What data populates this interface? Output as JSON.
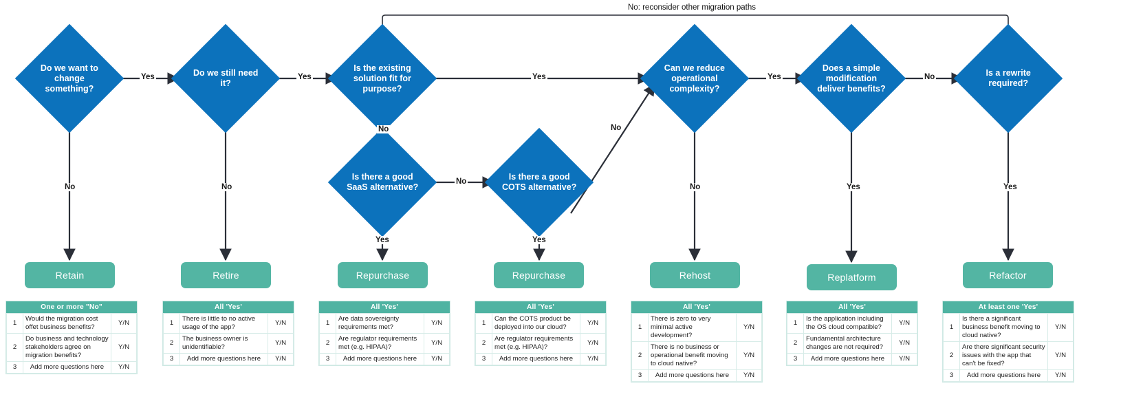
{
  "diagram": {
    "title_label": "No: reconsider other migration paths",
    "accent_blue": "#0c72bc",
    "accent_teal": "#53b5a3",
    "decisions": [
      {
        "id": "d1",
        "text": "Do we want to change something?"
      },
      {
        "id": "d2",
        "text": "Do we still need it?"
      },
      {
        "id": "d3",
        "text": "Is the existing solution fit for purpose?"
      },
      {
        "id": "d4",
        "text": "Is there a good SaaS alternative?"
      },
      {
        "id": "d5",
        "text": "Is there a good COTS alternative?"
      },
      {
        "id": "d6",
        "text": "Can we reduce operational complexity?"
      },
      {
        "id": "d7",
        "text": "Does a simple modification deliver benefits?"
      },
      {
        "id": "d8",
        "text": "Is a rewrite required?"
      }
    ],
    "edge_labels": [
      {
        "id": "e1",
        "text": "Yes"
      },
      {
        "id": "e2",
        "text": "Yes"
      },
      {
        "id": "e3",
        "text": "Yes"
      },
      {
        "id": "e4",
        "text": "Yes"
      },
      {
        "id": "e5",
        "text": "No"
      },
      {
        "id": "e6",
        "text": "No"
      },
      {
        "id": "e7",
        "text": "No"
      },
      {
        "id": "e8",
        "text": "No"
      },
      {
        "id": "e9",
        "text": "No"
      },
      {
        "id": "e10",
        "text": "No"
      },
      {
        "id": "e11",
        "text": "Yes"
      },
      {
        "id": "e12",
        "text": "Yes"
      },
      {
        "id": "e13",
        "text": "Yes"
      },
      {
        "id": "e14",
        "text": "Yes"
      },
      {
        "id": "e15",
        "text": "No"
      }
    ],
    "outcomes": [
      {
        "id": "o1",
        "label": "Retain"
      },
      {
        "id": "o2",
        "label": "Retire"
      },
      {
        "id": "o3",
        "label": "Repurchase"
      },
      {
        "id": "o4",
        "label": "Repurchase"
      },
      {
        "id": "o5",
        "label": "Rehost"
      },
      {
        "id": "o6",
        "label": "Replatform"
      },
      {
        "id": "o7",
        "label": "Refactor"
      }
    ],
    "tables": [
      {
        "header": "One or more \"No\"",
        "rows": [
          {
            "num": "1",
            "question": "Would the migration cost offet business benefits?",
            "answer": "Y/N"
          },
          {
            "num": "2",
            "question": "Do business and technology stakeholders agree on migration benefits?",
            "answer": "Y/N"
          },
          {
            "num": "3",
            "question": "Add more questions here",
            "answer": "Y/N"
          }
        ]
      },
      {
        "header": "All 'Yes'",
        "rows": [
          {
            "num": "1",
            "question": "There is little to no active usage of the app?",
            "answer": "Y/N"
          },
          {
            "num": "2",
            "question": "The business owner is unidentifiable?",
            "answer": "Y/N"
          },
          {
            "num": "3",
            "question": "Add more questions here",
            "answer": "Y/N"
          }
        ]
      },
      {
        "header": "All 'Yes'",
        "rows": [
          {
            "num": "1",
            "question": "Are data sovereignty requirements met?",
            "answer": "Y/N"
          },
          {
            "num": "2",
            "question": "Are regulator requirements met (e.g. HIPAA)?",
            "answer": "Y/N"
          },
          {
            "num": "3",
            "question": "Add more questions here",
            "answer": "Y/N"
          }
        ]
      },
      {
        "header": "All 'Yes'",
        "rows": [
          {
            "num": "1",
            "question": "Can the COTS product be deployed into our cloud?",
            "answer": "Y/N"
          },
          {
            "num": "2",
            "question": "Are regulator requirements met (e.g. HIPAA)?",
            "answer": "Y/N"
          },
          {
            "num": "3",
            "question": "Add more questions here",
            "answer": "Y/N"
          }
        ]
      },
      {
        "header": "All 'Yes'",
        "rows": [
          {
            "num": "1",
            "question": "There is zero to very minimal active development?",
            "answer": "Y/N"
          },
          {
            "num": "2",
            "question": "There is no business or operational benefit moving to cloud native?",
            "answer": "Y/N"
          },
          {
            "num": "3",
            "question": "Add more questions here",
            "answer": "Y/N"
          }
        ]
      },
      {
        "header": "All 'Yes'",
        "rows": [
          {
            "num": "1",
            "question": "Is the application including the OS cloud compatible?",
            "answer": "Y/N"
          },
          {
            "num": "2",
            "question": "Fundamental architecture changes are not required?",
            "answer": "Y/N"
          },
          {
            "num": "3",
            "question": "Add more questions here",
            "answer": "Y/N"
          }
        ]
      },
      {
        "header": "At least one 'Yes'",
        "rows": [
          {
            "num": "1",
            "question": "Is there a significant business benefit moving to cloud native?",
            "answer": "Y/N"
          },
          {
            "num": "2",
            "question": "Are there significant security issues with the app that can't be fixed?",
            "answer": "Y/N"
          },
          {
            "num": "3",
            "question": "Add more questions here",
            "answer": "Y/N"
          }
        ]
      }
    ]
  }
}
